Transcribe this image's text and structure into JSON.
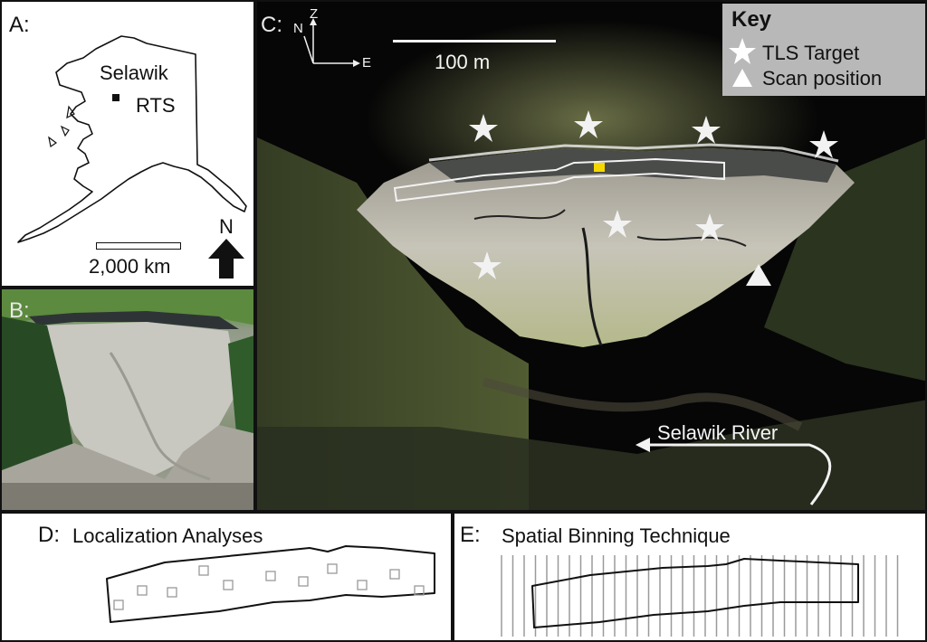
{
  "panel_a": {
    "label": "A:",
    "site_name_line1": "Selawik",
    "site_name_line2": "RTS",
    "scale_text": "2,000 km",
    "north_label": "N"
  },
  "panel_b": {
    "label": "B:"
  },
  "panel_c": {
    "label": "C:",
    "axis_n": "N",
    "axis_z": "Z",
    "axis_e": "E",
    "scale_text": "100 m",
    "key": {
      "title": "Key",
      "target_label": "TLS Target",
      "scan_label": "Scan position"
    },
    "river_label": "Selawik River",
    "colors": {
      "target": "#f2f2f2",
      "highlight": "#f5d800",
      "key_bg": "#b8b8b8"
    }
  },
  "panel_d": {
    "label": "D:",
    "title": "Localization Analyses"
  },
  "panel_e": {
    "label": "E:",
    "title": "Spatial Binning Technique"
  }
}
